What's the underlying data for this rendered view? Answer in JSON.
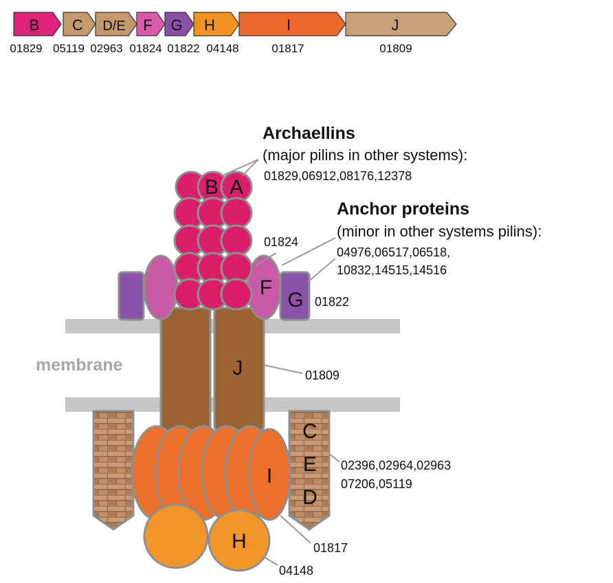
{
  "operon": {
    "genes": [
      {
        "label": "B",
        "id": "01829",
        "color": "#e0237a"
      },
      {
        "label": "C",
        "id": "05119",
        "color": "#c49a6c"
      },
      {
        "label": "D/E",
        "id": "02963",
        "color": "#c49a6c"
      },
      {
        "label": "F",
        "id": "01824",
        "color": "#d95aa8"
      },
      {
        "label": "G",
        "id": "01822",
        "color": "#8a4fa8"
      },
      {
        "label": "H",
        "id": "04148",
        "color": "#f39222"
      },
      {
        "label": "I",
        "id": "01817",
        "color": "#ef6a2a"
      },
      {
        "label": "J",
        "id": "01809",
        "color": "#c8a07a"
      }
    ]
  },
  "diagram": {
    "archaellins": {
      "title": "Archaellins",
      "subtitle": "(major pilins in other systems):",
      "ids": "01829,06912,08176,12378",
      "labels": [
        "B",
        "A"
      ]
    },
    "anchor": {
      "title": "Anchor proteins",
      "subtitle": "(minor in other systems pilins):",
      "ids_line1": "04976,06517,06518,",
      "ids_line2": "10832,14515,14516"
    },
    "f": {
      "label": "F",
      "id": "01824"
    },
    "g": {
      "label": "G",
      "id": "01822"
    },
    "j": {
      "label": "J",
      "id": "01809"
    },
    "membrane_label": "membrane",
    "ced": {
      "labels": [
        "C",
        "E",
        "D"
      ],
      "ids_line1": "02396,02964,02963",
      "ids_line2": "07206,05119"
    },
    "i": {
      "label": "I",
      "id": "01817"
    },
    "h": {
      "label": "H",
      "id": "04148"
    },
    "colors": {
      "archaellin": "#d91f6b",
      "f": "#c85aa8",
      "g": "#8a52a8",
      "j": "#9a6432",
      "i": "#ec6f2a",
      "h": "#f4952a",
      "brick": "#b78965",
      "membrane": "#c6c6c6",
      "outline": "#8f8f8f"
    }
  }
}
